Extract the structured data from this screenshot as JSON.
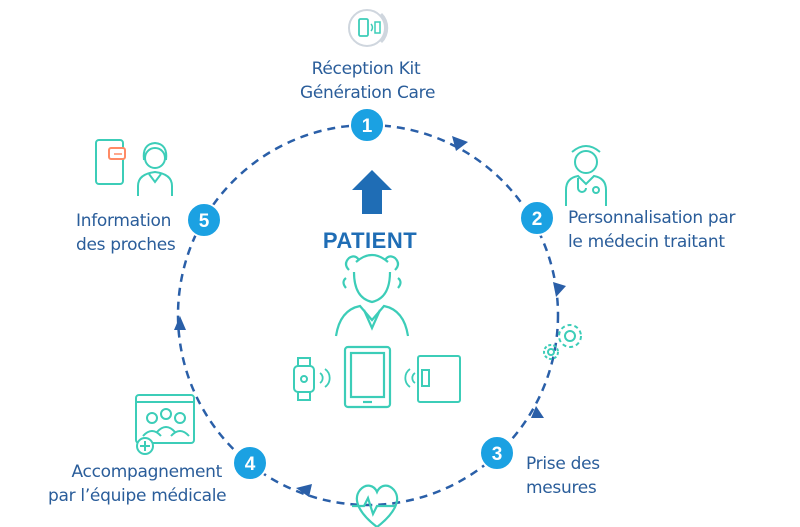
{
  "center": {
    "title": "PATIENT"
  },
  "steps": [
    {
      "number": "1",
      "lines": [
        "Réception Kit",
        "Génération Care"
      ]
    },
    {
      "number": "2",
      "lines": [
        "Personnalisation par",
        "le médecin traitant"
      ]
    },
    {
      "number": "3",
      "lines": [
        "Prise des",
        "mesures"
      ]
    },
    {
      "number": "4",
      "lines": [
        "Accompagnement",
        "par l’équipe médicale"
      ]
    },
    {
      "number": "5",
      "lines": [
        "Information",
        "des proches"
      ]
    }
  ],
  "colors": {
    "circle": "#2a5fa8",
    "badge": "#1ba1e2",
    "icon": "#3ccdb8",
    "text": "#2a5d9a",
    "arrow_up": "#1f6db5"
  },
  "icons": [
    "device-kit-icon",
    "doctor-icon",
    "gears-icon",
    "heart-pulse-icon",
    "medical-team-icon",
    "phone-woman-icon",
    "patient-avatar-icon",
    "smartwatch-icon",
    "tablet-icon",
    "sensor-box-icon"
  ]
}
